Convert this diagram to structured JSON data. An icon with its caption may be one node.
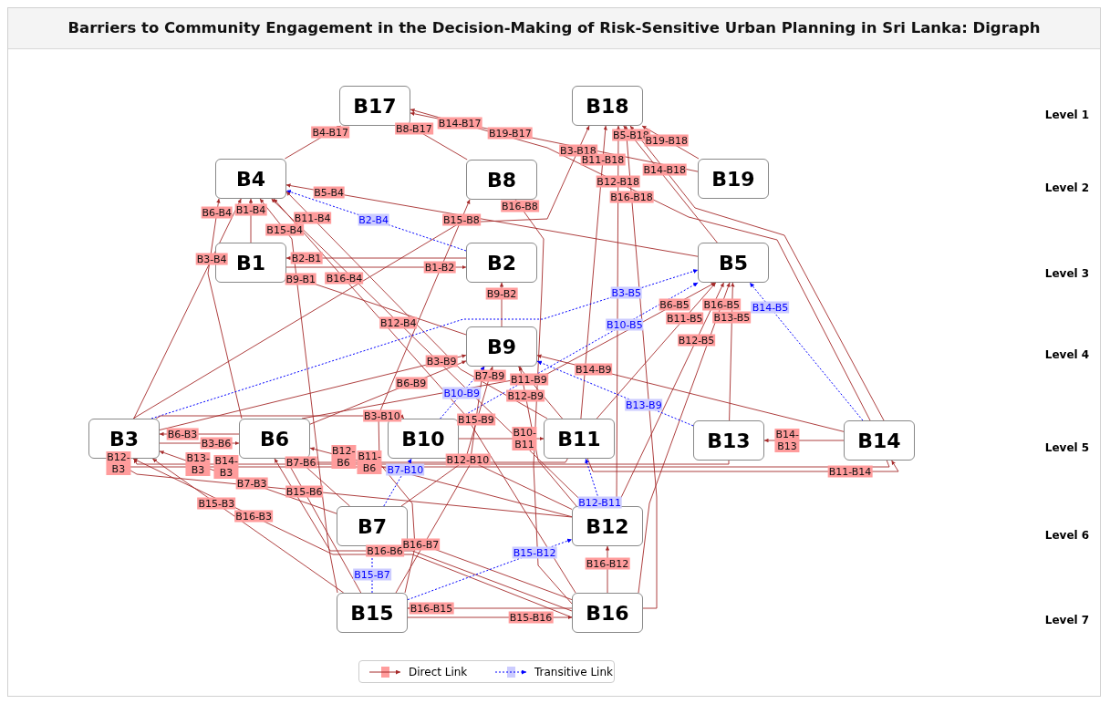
{
  "diagram": {
    "title": "Barriers to Community Engagement in the Decision-Making of Risk-Sensitive Urban Planning in Sri Lanka: Digraph",
    "nodes": [
      {
        "text": [
          "B17"
        ]
      },
      {
        "text": [
          "B18"
        ]
      },
      {
        "text": [
          "B4"
        ]
      },
      {
        "text": [
          "B8"
        ]
      },
      {
        "text": [
          "B19"
        ]
      },
      {
        "text": [
          "B1"
        ]
      },
      {
        "text": [
          "B2"
        ]
      },
      {
        "text": [
          "B5"
        ]
      },
      {
        "text": [
          "B9"
        ]
      },
      {
        "text": [
          "B3"
        ]
      },
      {
        "text": [
          "B6"
        ]
      },
      {
        "text": [
          "B10"
        ]
      },
      {
        "text": [
          "B11"
        ]
      },
      {
        "text": [
          "B13"
        ]
      },
      {
        "text": [
          "B14"
        ]
      },
      {
        "text": [
          "B7"
        ]
      },
      {
        "text": [
          "B12"
        ]
      },
      {
        "text": [
          "B15"
        ]
      },
      {
        "text": [
          "B16"
        ]
      }
    ],
    "edges": [
      {
        "from": 2,
        "to": 0,
        "arrow": "to",
        "label": "B4-B17"
      },
      {
        "from": 3,
        "to": 0,
        "arrow": "to",
        "label": "B8-B17"
      },
      {
        "from": 14,
        "to": 0,
        "arrow": "to",
        "label": "B14-B17"
      },
      {
        "from": 4,
        "to": 0,
        "arrow": "to",
        "label": "B19-B17"
      },
      {
        "from": 9,
        "to": 1,
        "arrow": "to",
        "label": "B3-B18"
      },
      {
        "from": 7,
        "to": 1,
        "arrow": "to",
        "label": "B5-B18"
      },
      {
        "from": 4,
        "to": 1,
        "arrow": "to",
        "label": "B19-B18"
      },
      {
        "from": 12,
        "to": 1,
        "arrow": "to",
        "label": "B11-B18"
      },
      {
        "from": 14,
        "to": 1,
        "arrow": "to",
        "label": "B14-B18"
      },
      {
        "from": 16,
        "to": 1,
        "arrow": "to",
        "label": "B12-B18"
      },
      {
        "from": 18,
        "to": 1,
        "arrow": "to",
        "label": "B16-B18"
      },
      {
        "from": 7,
        "to": 2,
        "arrow": "to",
        "label": "B5-B4"
      },
      {
        "from": 10,
        "to": 2,
        "arrow": "to",
        "label": "B6-B4"
      },
      {
        "from": 5,
        "to": 2,
        "arrow": "to",
        "label": "B1-B4"
      },
      {
        "from": 6,
        "to": 2,
        "arrow": "to",
        "label": "B2-B4",
        "style": "dashed",
        "color": "#0000ff"
      },
      {
        "from": 12,
        "to": 2,
        "arrow": "to",
        "label": "B11-B4"
      },
      {
        "from": 17,
        "to": 2,
        "arrow": "to",
        "label": "B15-B4"
      },
      {
        "from": 18,
        "to": 2,
        "arrow": "to",
        "label": "B16-B4"
      },
      {
        "from": 16,
        "to": 2,
        "arrow": "to",
        "label": "B12-B4"
      },
      {
        "from": 9,
        "to": 2,
        "arrow": "to",
        "label": "B3-B4"
      },
      {
        "from": 18,
        "to": 3,
        "arrow": "to",
        "label": "B16-B8"
      },
      {
        "from": 17,
        "to": 3,
        "arrow": "to",
        "label": "B15-B8"
      },
      {
        "from": 6,
        "to": 5,
        "arrow": "to",
        "label": "B2-B1"
      },
      {
        "from": 5,
        "to": 6,
        "arrow": "to",
        "label": "B1-B2"
      },
      {
        "from": 8,
        "to": 5,
        "arrow": "to",
        "label": "B9-B1"
      },
      {
        "from": 8,
        "to": 6,
        "arrow": "to",
        "label": "B9-B2"
      },
      {
        "from": 9,
        "to": 7,
        "arrow": "to",
        "label": "B3-B5",
        "style": "dashed",
        "color": "#0000ff"
      },
      {
        "from": 10,
        "to": 7,
        "arrow": "to",
        "label": "B6-B5"
      },
      {
        "from": 18,
        "to": 7,
        "arrow": "to",
        "label": "B16-B5"
      },
      {
        "from": 14,
        "to": 7,
        "arrow": "to",
        "label": "B14-B5",
        "style": "dashed",
        "color": "#0000ff"
      },
      {
        "from": 12,
        "to": 7,
        "arrow": "to",
        "label": "B11-B5"
      },
      {
        "from": 13,
        "to": 7,
        "arrow": "to",
        "label": "B13-B5"
      },
      {
        "from": 11,
        "to": 7,
        "arrow": "to",
        "label": "B10-B5",
        "style": "dashed",
        "color": "#0000ff"
      },
      {
        "from": 16,
        "to": 7,
        "arrow": "to",
        "label": "B12-B5"
      },
      {
        "from": 9,
        "to": 8,
        "arrow": "to",
        "label": "B3-B9"
      },
      {
        "from": 10,
        "to": 8,
        "arrow": "to",
        "label": "B6-B9"
      },
      {
        "from": 15,
        "to": 8,
        "arrow": "to",
        "label": "B7-B9"
      },
      {
        "from": 17,
        "to": 8,
        "arrow": "to",
        "label": "B15-B9"
      },
      {
        "from": 11,
        "to": 8,
        "arrow": "to",
        "label": "B10-B9",
        "style": "dashed",
        "color": "#0000ff"
      },
      {
        "from": 16,
        "to": 8,
        "arrow": "to",
        "label": "B12-B9"
      },
      {
        "from": 12,
        "to": 8,
        "arrow": "to",
        "label": "B11-B9"
      },
      {
        "from": 14,
        "to": 8,
        "arrow": "to",
        "label": "B14-B9"
      },
      {
        "from": 13,
        "to": 8,
        "arrow": "to",
        "label": "B13-B9",
        "style": "dashed",
        "color": "#0000ff"
      },
      {
        "from": 9,
        "to": 11,
        "arrow": "to",
        "label": "B3-B10"
      },
      {
        "from": 10,
        "to": 9,
        "arrow": "to",
        "label": "B6-B3"
      },
      {
        "from": 9,
        "to": 10,
        "arrow": "to",
        "label": "B3-B6"
      },
      {
        "from": 11,
        "to": 12,
        "arrow": "to",
        "label": "B10-B11"
      },
      {
        "from": 14,
        "to": 13,
        "arrow": "to",
        "label": "B14-B13"
      },
      {
        "from": 16,
        "to": 9,
        "arrow": "to",
        "label": "B12-B3"
      },
      {
        "from": 13,
        "to": 9,
        "arrow": "to",
        "label": "B13-B3"
      },
      {
        "from": 14,
        "to": 9,
        "arrow": "to",
        "label": "B14-B3"
      },
      {
        "from": 16,
        "to": 10,
        "arrow": "to",
        "label": "B12-B6"
      },
      {
        "from": 12,
        "to": 10,
        "arrow": "to",
        "label": "B11-B6"
      },
      {
        "from": 15,
        "to": 11,
        "arrow": "to",
        "label": "B7-B10",
        "style": "dashed",
        "color": "#0000ff"
      },
      {
        "from": 16,
        "to": 11,
        "arrow": "to",
        "label": "B12-B10"
      },
      {
        "from": 15,
        "to": 10,
        "arrow": "to",
        "label": "B7-B6"
      },
      {
        "from": 15,
        "to": 9,
        "arrow": "to",
        "label": "B7-B3"
      },
      {
        "from": 17,
        "to": 10,
        "arrow": "to",
        "label": "B15-B6"
      },
      {
        "from": 18,
        "to": 9,
        "arrow": "to",
        "label": "B16-B3"
      },
      {
        "from": 18,
        "to": 10,
        "arrow": "to",
        "label": "B16-B6"
      },
      {
        "from": 17,
        "to": 9,
        "arrow": "to",
        "label": "B15-B3"
      },
      {
        "from": 12,
        "to": 14,
        "arrow": "to",
        "label": "B11-B14"
      },
      {
        "from": 16,
        "to": 12,
        "arrow": "to",
        "label": "B12-B11",
        "style": "dashed",
        "color": "#0000ff"
      },
      {
        "from": 18,
        "to": 15,
        "arrow": "to",
        "label": "B16-B7"
      },
      {
        "from": 17,
        "to": 16,
        "arrow": "to",
        "label": "B15-B12",
        "style": "dashed",
        "color": "#0000ff"
      },
      {
        "from": 18,
        "to": 16,
        "arrow": "to",
        "label": "B16-B12"
      },
      {
        "from": 17,
        "to": 15,
        "arrow": "to",
        "label": "B15-B7",
        "style": "dashed",
        "color": "#0000ff"
      },
      {
        "from": 18,
        "to": 17,
        "arrow": "to",
        "label": "B16-B15"
      },
      {
        "from": 17,
        "to": 18,
        "arrow": "to",
        "label": "B15-B16"
      }
    ],
    "labels": [
      "Level 1",
      "Level 2",
      "Level 3",
      "Level 4",
      "Level 5",
      "Level 6",
      "Level 7"
    ],
    "legend": [
      {
        "text": "Direct Link"
      },
      {
        "text": "Transitive Link"
      }
    ]
  }
}
